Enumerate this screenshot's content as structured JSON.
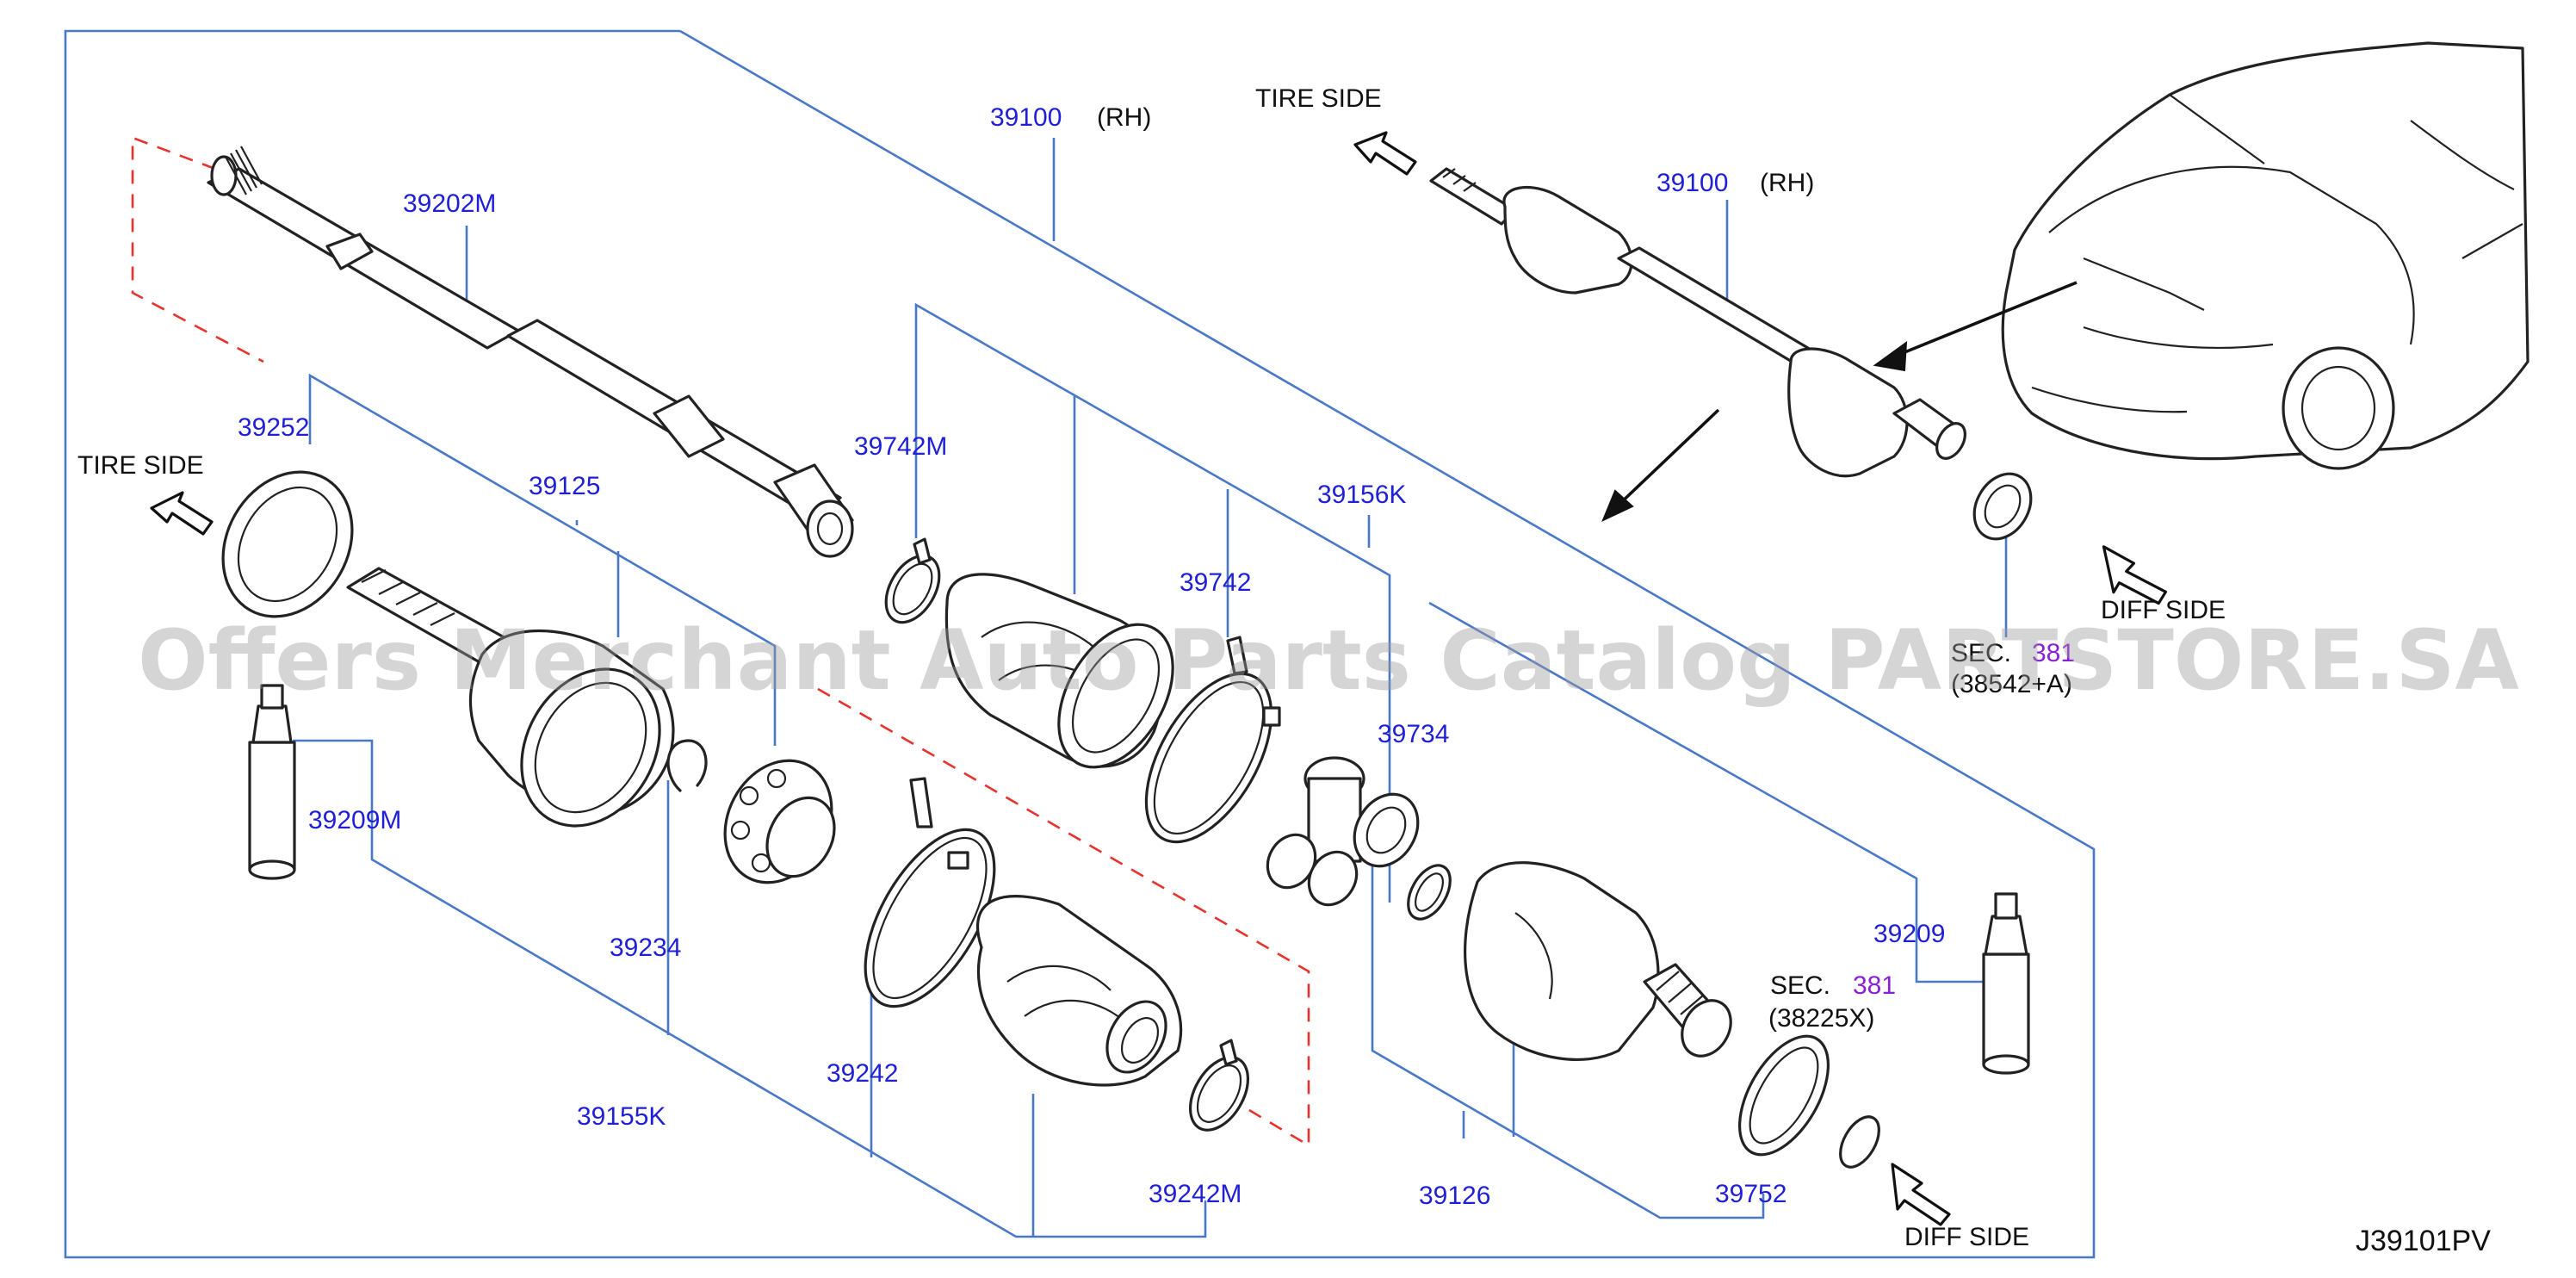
{
  "parts": {
    "p39100_main": "39100",
    "p39100_main_side": "(RH)",
    "p39100_inset": "39100",
    "p39100_inset_side": "(RH)",
    "p39202M": "39202M",
    "p39252": "39252",
    "p39125": "39125",
    "p39209M": "39209M",
    "p39234": "39234",
    "p39155K": "39155K",
    "p39242": "39242",
    "p39242M": "39242M",
    "p39742M": "39742M",
    "p39742": "39742",
    "p39156K": "39156K",
    "p39734": "39734",
    "p39126": "39126",
    "p39752": "39752",
    "p39209": "39209"
  },
  "labels": {
    "tire_side_left": "TIRE   SIDE",
    "tire_side_inset": "TIRE   SIDE",
    "diff_side_inset": "DIFF   SIDE",
    "diff_side_bottom": "DIFF   SIDE",
    "sec_inset_prefix": "SEC.",
    "sec_inset_num": "381",
    "sec_inset_ref": "(38542+A)",
    "sec_main_prefix": "SEC.",
    "sec_main_num": "381",
    "sec_main_ref": "(38225X)"
  },
  "diagram_code": "J39101PV",
  "watermark": "Offers Merchant Auto Parts Catalog PARTSTORE.SA",
  "colors": {
    "part_number": "#1f1fd8",
    "section_ref": "#8a1fd8",
    "leader_line": "#4a78c8",
    "dashed_guide": "#e8322c"
  }
}
